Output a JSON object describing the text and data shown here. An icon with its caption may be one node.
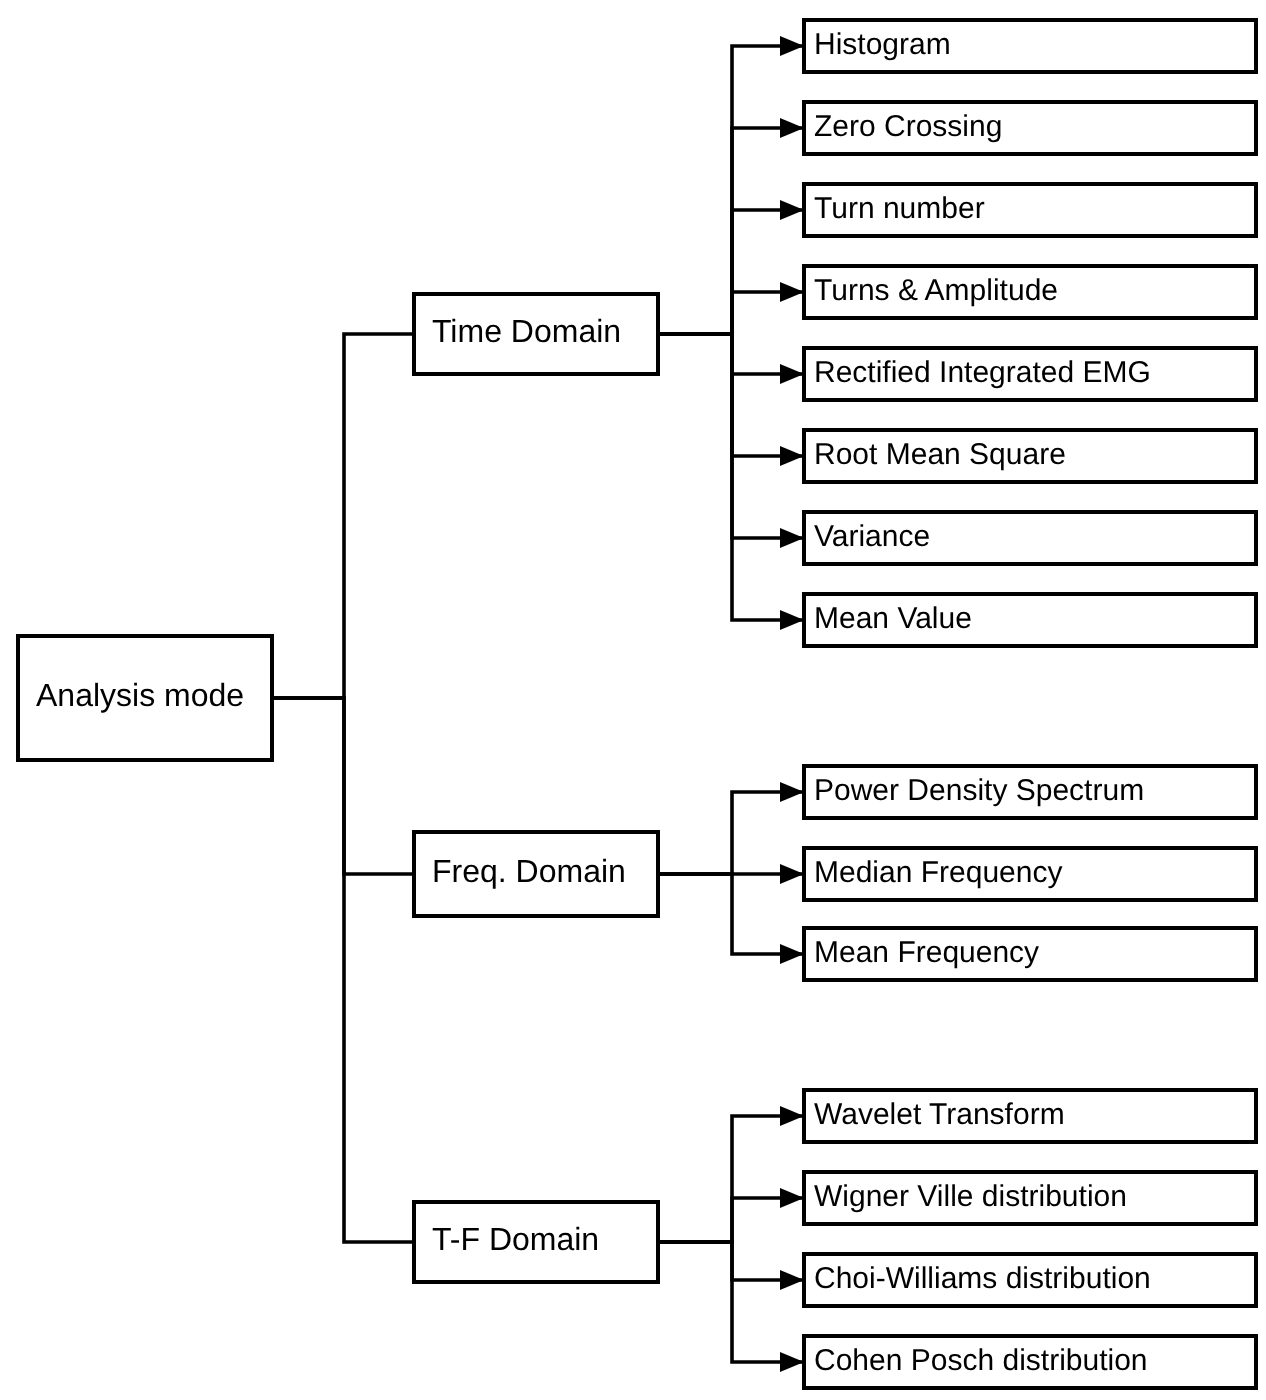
{
  "diagram": {
    "nodes": [
      {
        "text": [
          "Analysis mode"
        ]
      },
      {
        "text": [
          "Time Domain"
        ]
      },
      {
        "text": [
          "Histogram"
        ]
      },
      {
        "text": [
          "Zero Crossing"
        ]
      },
      {
        "text": [
          "Turn number"
        ]
      },
      {
        "text": [
          "Turns & Amplitude"
        ]
      },
      {
        "text": [
          "Rectified Integrated EMG"
        ]
      },
      {
        "text": [
          "Root Mean Square"
        ]
      },
      {
        "text": [
          "Variance"
        ]
      },
      {
        "text": [
          "Mean Value"
        ]
      },
      {
        "text": [
          "Freq. Domain"
        ]
      },
      {
        "text": [
          "Power Density Spectrum"
        ]
      },
      {
        "text": [
          "Median Frequency"
        ]
      },
      {
        "text": [
          "Mean Frequency"
        ]
      },
      {
        "text": [
          "T-F Domain"
        ]
      },
      {
        "text": [
          "Wavelet Transform"
        ]
      },
      {
        "text": [
          "Wigner Ville distribution"
        ]
      },
      {
        "text": [
          "Choi-Williams distribution"
        ]
      },
      {
        "text": [
          "Cohen Posch distribution"
        ]
      }
    ],
    "edges": [
      {
        "from": 0,
        "to": 1,
        "arrow": "none"
      },
      {
        "from": 0,
        "to": 10,
        "arrow": "none"
      },
      {
        "from": 0,
        "to": 14,
        "arrow": "none"
      },
      {
        "from": 1,
        "to": 2,
        "arrow": "to"
      },
      {
        "from": 1,
        "to": 3,
        "arrow": "to"
      },
      {
        "from": 1,
        "to": 4,
        "arrow": "to"
      },
      {
        "from": 1,
        "to": 5,
        "arrow": "to"
      },
      {
        "from": 1,
        "to": 6,
        "arrow": "to"
      },
      {
        "from": 1,
        "to": 7,
        "arrow": "to"
      },
      {
        "from": 1,
        "to": 8,
        "arrow": "to"
      },
      {
        "from": 1,
        "to": 9,
        "arrow": "to"
      },
      {
        "from": 10,
        "to": 11,
        "arrow": "to"
      },
      {
        "from": 10,
        "to": 12,
        "arrow": "to"
      },
      {
        "from": 10,
        "to": 13,
        "arrow": "to"
      },
      {
        "from": 14,
        "to": 15,
        "arrow": "to"
      },
      {
        "from": 14,
        "to": 16,
        "arrow": "to"
      },
      {
        "from": 14,
        "to": 17,
        "arrow": "to"
      },
      {
        "from": 14,
        "to": 18,
        "arrow": "to"
      }
    ]
  }
}
